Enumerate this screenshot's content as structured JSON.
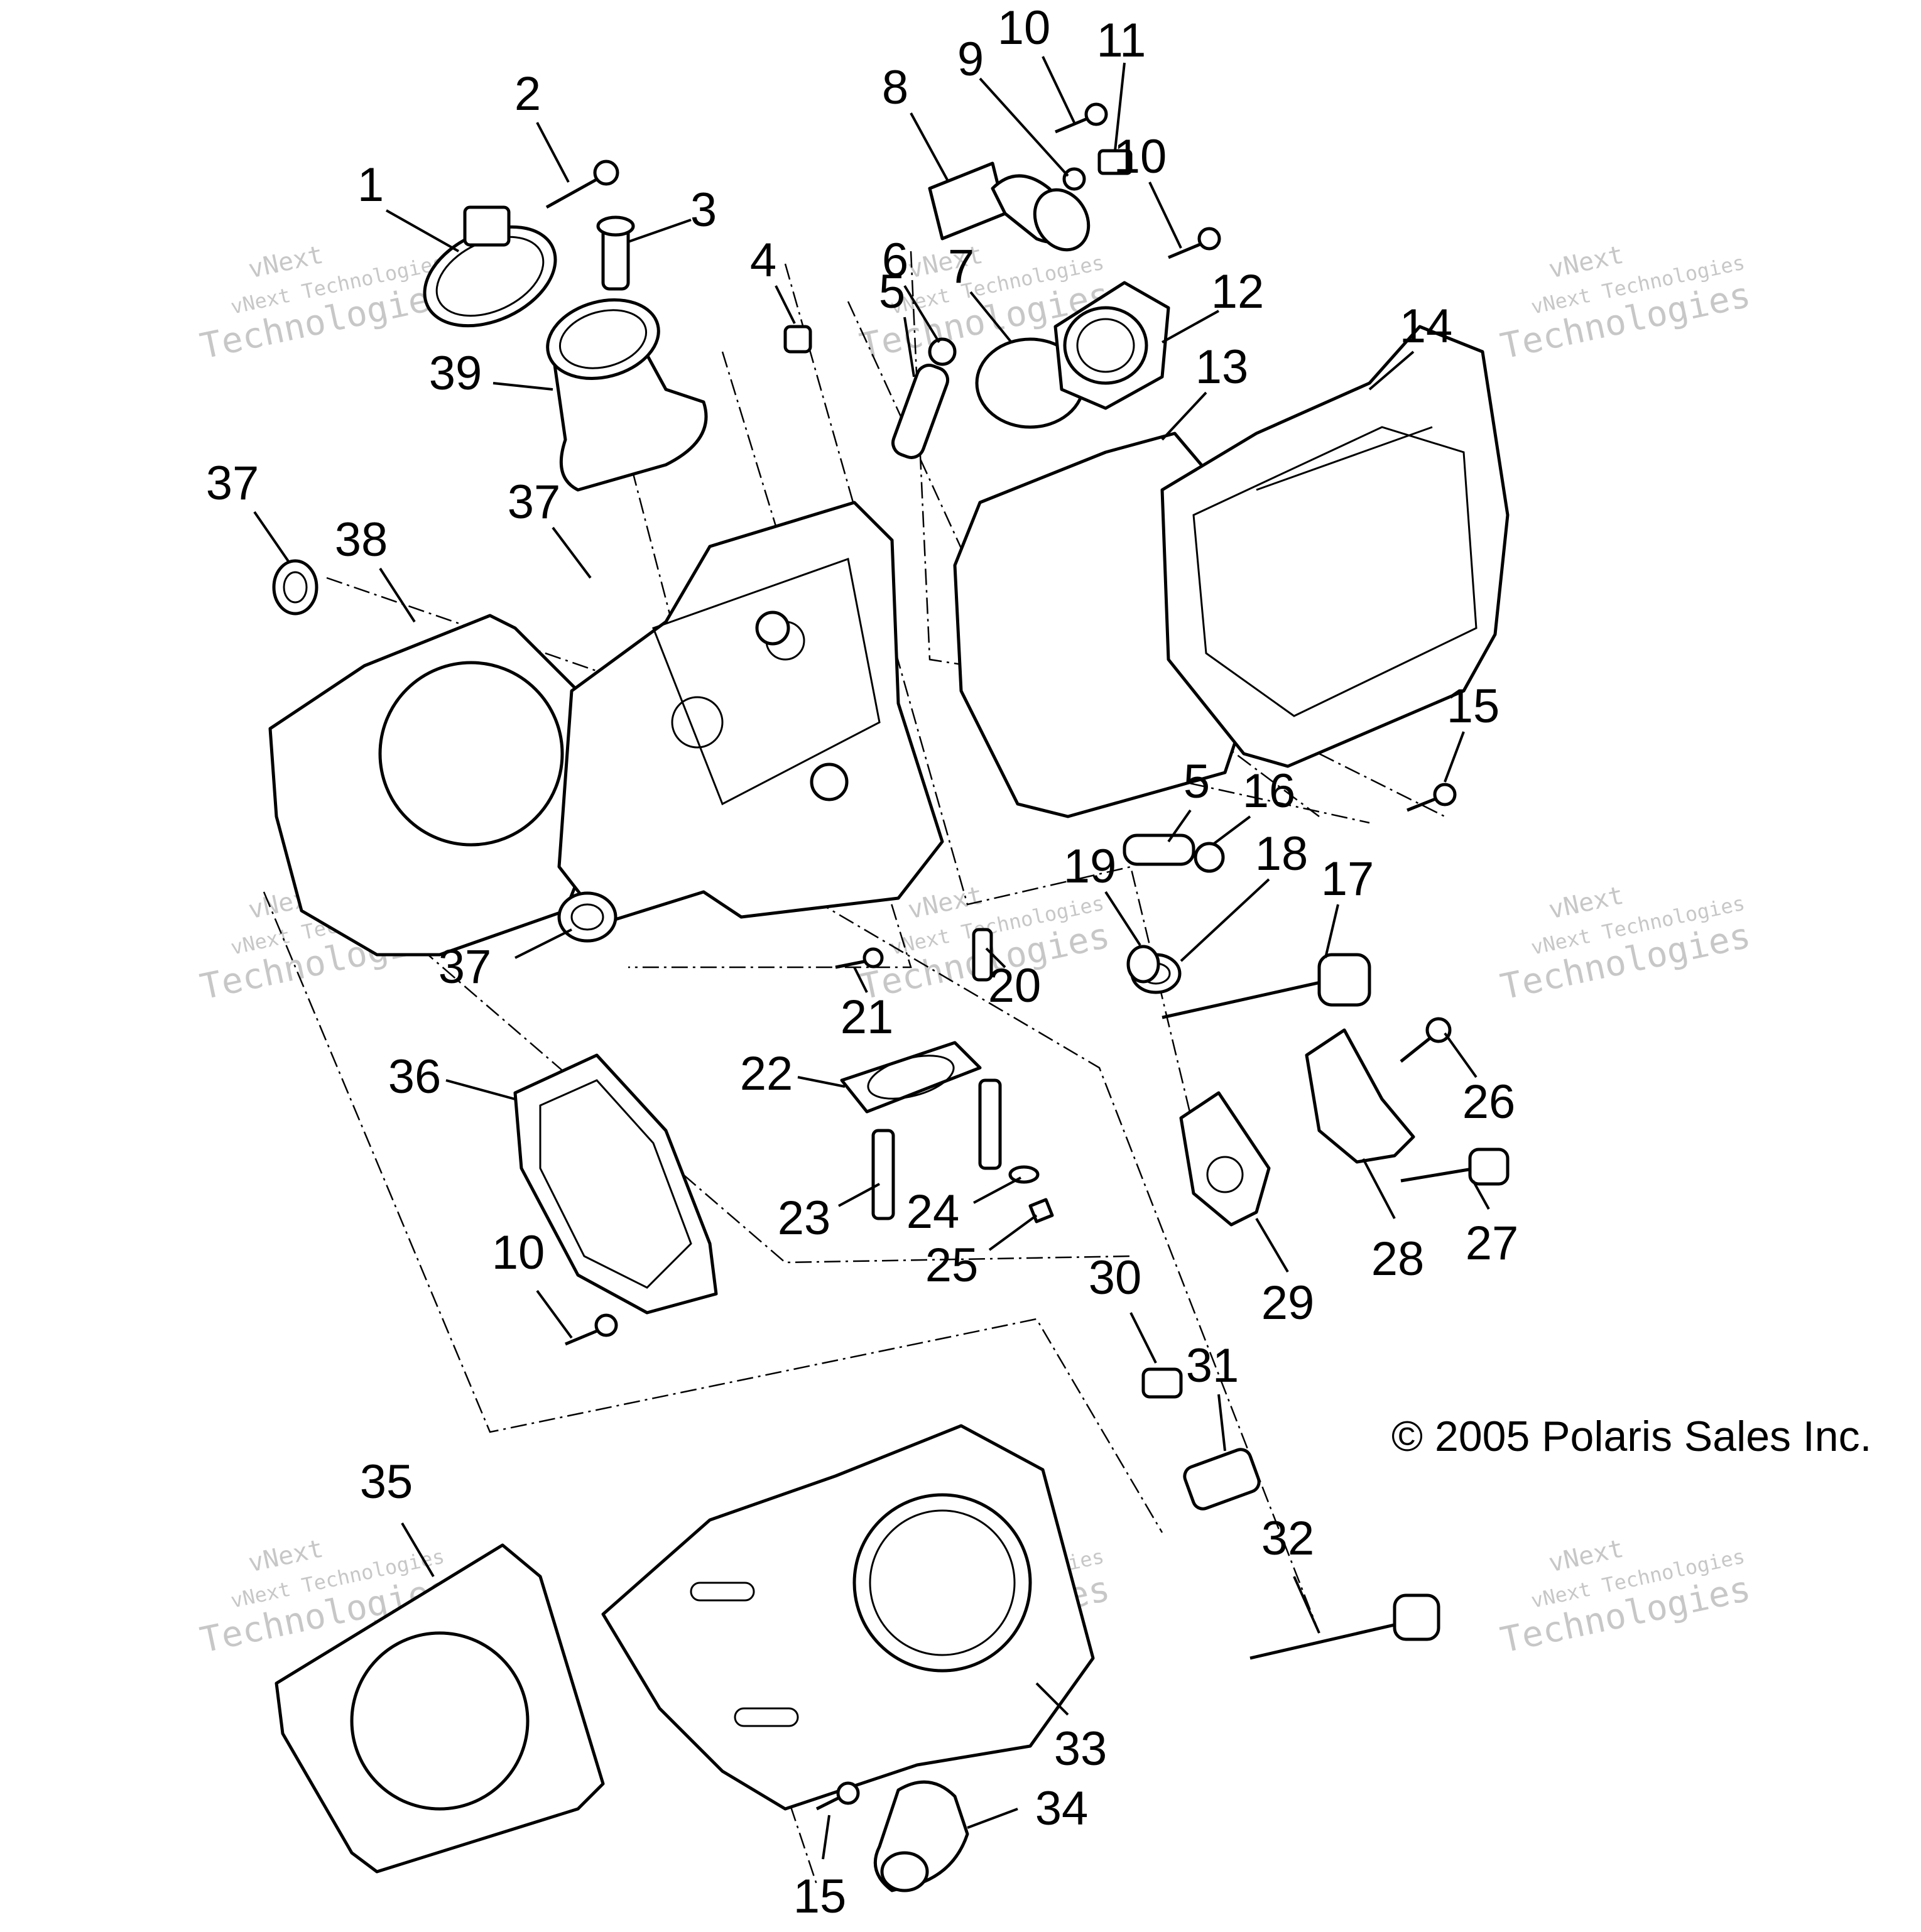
{
  "copyright": "© 2005 Polaris Sales Inc.",
  "watermark": {
    "line1": "vNext Technologies",
    "line2": "vNext",
    "line3": "Technologies"
  },
  "callouts": [
    {
      "label": "1"
    },
    {
      "label": "2"
    },
    {
      "label": "3"
    },
    {
      "label": "4"
    },
    {
      "label": "5"
    },
    {
      "label": "6"
    },
    {
      "label": "7"
    },
    {
      "label": "8"
    },
    {
      "label": "9"
    },
    {
      "label": "10"
    },
    {
      "label": "11"
    },
    {
      "label": "10"
    },
    {
      "label": "12"
    },
    {
      "label": "13"
    },
    {
      "label": "14"
    },
    {
      "label": "37"
    },
    {
      "label": "38"
    },
    {
      "label": "37"
    },
    {
      "label": "39"
    },
    {
      "label": "15"
    },
    {
      "label": "5"
    },
    {
      "label": "16"
    },
    {
      "label": "18"
    },
    {
      "label": "19"
    },
    {
      "label": "17"
    },
    {
      "label": "37"
    },
    {
      "label": "21"
    },
    {
      "label": "20"
    },
    {
      "label": "22"
    },
    {
      "label": "36"
    },
    {
      "label": "26"
    },
    {
      "label": "23"
    },
    {
      "label": "24"
    },
    {
      "label": "25"
    },
    {
      "label": "10"
    },
    {
      "label": "27"
    },
    {
      "label": "28"
    },
    {
      "label": "29"
    },
    {
      "label": "30"
    },
    {
      "label": "31"
    },
    {
      "label": "35"
    },
    {
      "label": "32"
    },
    {
      "label": "33"
    },
    {
      "label": "34"
    },
    {
      "label": "15"
    }
  ]
}
